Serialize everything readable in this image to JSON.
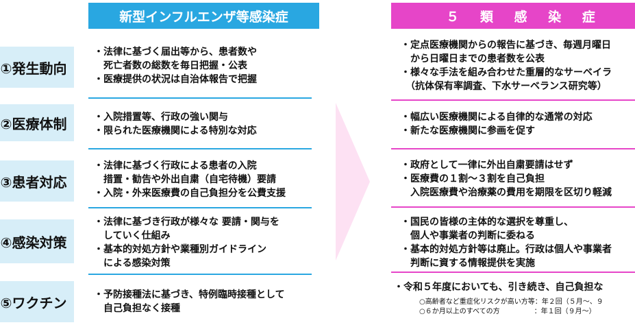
{
  "headers": {
    "left": "新型インフルエンザ等感染症",
    "right": "５ 類 感 染 症"
  },
  "categories": [
    "①発生動向",
    "②医療体制",
    "③患者対応",
    "④感染対策",
    "⑤ワクチン"
  ],
  "left_rows": [
    [
      "・法律に基づく届出等から、患者数や",
      "　死亡者数の総数を毎日把握・公表",
      "・医療提供の状況は自治体報告で把握"
    ],
    [
      "・入院措置等、行政の強い関与",
      "・限られた医療機関による特別な対応"
    ],
    [
      "・法律に基づく行政による患者の入院",
      "　措置・勧告や外出自粛（自宅待機）要請",
      "・入院・外来医療費の自己負担分を公費支援"
    ],
    [
      "・法律に基づき行政が様々な 要請・関与を",
      "　していく仕組み",
      "・基本的対処方針や業種別ガイドライン",
      "　による感染対策"
    ],
    [
      "・予防接種法に基づき、特例臨時接種として",
      "　自己負担なく接種"
    ]
  ],
  "right_rows": [
    [
      "・定点医療機関からの報告に基づき、毎週月曜日",
      "　から日曜日までの患者数を公表",
      "・様々な手法を組み合わせた重層的なサーベイラ",
      "　（抗体保有率調査、下水サーベランス研究等）"
    ],
    [
      "・幅広い医療機関による自律的な通常の対応",
      "・新たな医療機関に参画を促す"
    ],
    [
      "・政府として一律に外出自粛要請はせず",
      "・医療費の１割～３割を自己負担",
      "　入院医療費や治療薬の費用を期限を区切り軽減"
    ],
    [
      "・国民の皆様の主体的な選択を尊重し、",
      "　個人や事業者の判断に委ねる",
      "・基本的対処方針等は廃止。行政は個人や事業者",
      "　判断に資する情報提供を実施"
    ],
    [
      "・令和５年度においても、引き続き、自己負担な"
    ]
  ],
  "vaccine_notes": [
    "○高齢者など重症化リスクが高い方等：年２回（５月～、９",
    "○６か月以上のすべての方　　　　　：年１回（９月～）"
  ],
  "colors": {
    "left_accent": "#29a7e1",
    "right_accent": "#e645c8",
    "category_bg": "#d7eef8",
    "arrow": "#fde1f3"
  }
}
